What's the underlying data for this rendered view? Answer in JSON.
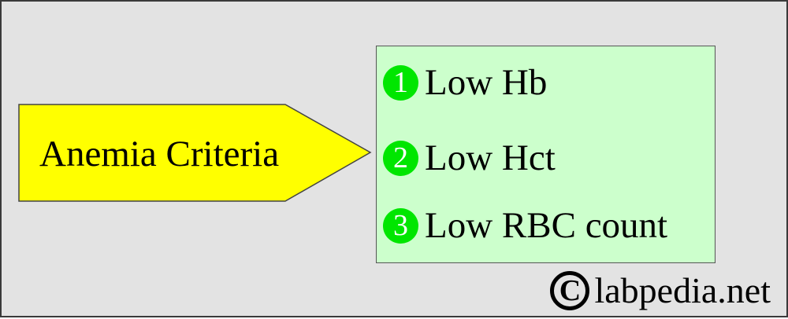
{
  "diagram": {
    "arrow": {
      "label": "Anemia Criteria",
      "fill_color": "#ffff00",
      "stroke_color": "#444444"
    },
    "criteria_box": {
      "fill_color": "#ccffcc",
      "items": [
        {
          "number": "1",
          "text": "Low Hb"
        },
        {
          "number": "2",
          "text": "Low Hct"
        },
        {
          "number": "3",
          "text": "Low RBC count"
        }
      ],
      "badge_color": "#00e600"
    },
    "background_color": "#e3e3e3"
  },
  "watermark": {
    "symbol": "C",
    "text": "labpedia.net"
  }
}
